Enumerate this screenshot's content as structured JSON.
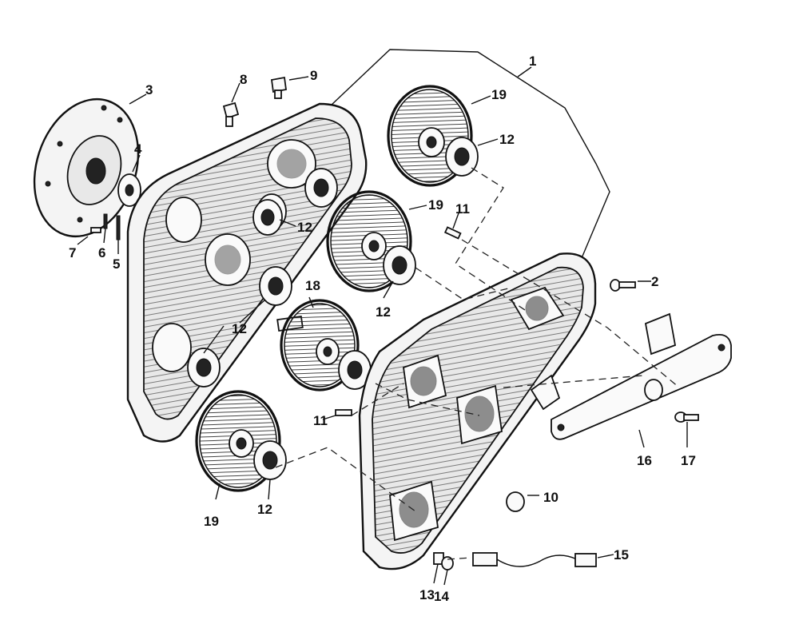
{
  "callouts": {
    "c1": "1",
    "c2": "2",
    "c3": "3",
    "c4": "4",
    "c5": "5",
    "c6": "6",
    "c7": "7",
    "c8": "8",
    "c9": "9",
    "c10": "10",
    "c11a": "11",
    "c11b": "11",
    "c12a": "12",
    "c12b": "12",
    "c12c": "12",
    "c12d": "12",
    "c12e": "12",
    "c13": "13",
    "c14": "14",
    "c15": "15",
    "c16": "16",
    "c17": "17",
    "c18": "18",
    "c19a": "19",
    "c19b": "19",
    "c19c": "19"
  }
}
